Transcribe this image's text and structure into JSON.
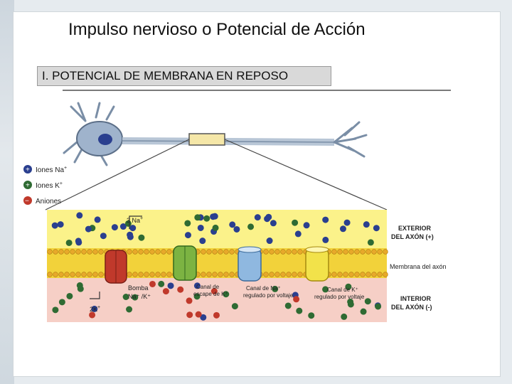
{
  "slide": {
    "title": "Impulso nervioso o Potencial de Acción",
    "subtitle": "I. POTENCIAL DE MEMBRANA EN REPOSO"
  },
  "legend": [
    {
      "label": "Iones Na",
      "sup": "+",
      "color": "#2a3f8f",
      "sign": "+"
    },
    {
      "label": "Iones K",
      "sup": "+",
      "color": "#2f6b33",
      "sign": "+"
    },
    {
      "label": "Aniones",
      "sup": "",
      "color": "#c0392b",
      "sign": "−"
    }
  ],
  "labels": {
    "exterior_line1": "EXTERIOR",
    "exterior_line2": "DEL AXÓN (+)",
    "membrane": "Membrana del axón",
    "interior_line1": "INTERIOR",
    "interior_line2": "DEL AXÓN (-)",
    "na_in": "3 Na",
    "k_in": "2K",
    "ion_sup": "+",
    "pump_line1": "Bomba",
    "pump_line2": "Na⁺ /K⁺",
    "leak_line1": "Canal de",
    "leak_line2": "escape de K⁺",
    "na_channel_line1": "Canal de Na⁺",
    "na_channel_line2": "regulado por voltaje",
    "k_channel_line1": "Canal de K⁺",
    "k_channel_line2": "regulado por voltaje"
  },
  "colors": {
    "exterior": "#fbf28a",
    "interior": "#f6cfc6",
    "membrane": "#f2d23a",
    "na_ion": "#2a3f8f",
    "k_ion": "#2f6b33",
    "anion": "#c0392b",
    "pump": "#c0392b",
    "leak_channel": "#7cb342",
    "na_channel": "#8fb8e0",
    "k_channel": "#f2e24a"
  }
}
